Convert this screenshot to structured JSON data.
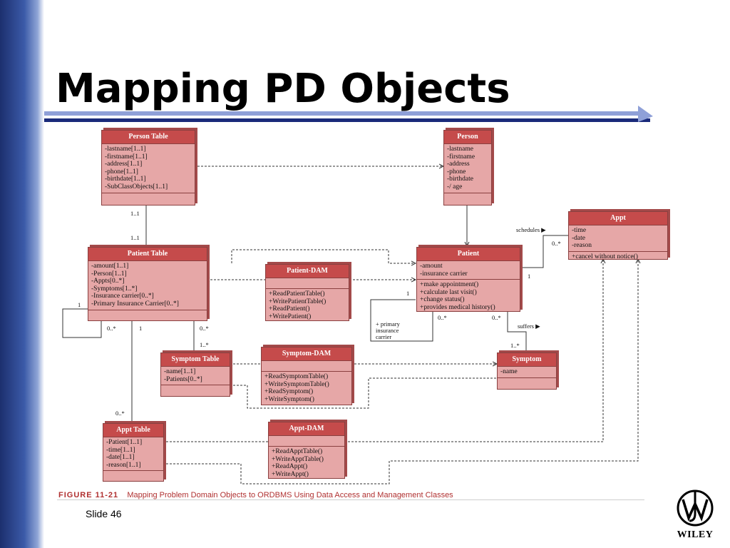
{
  "slide": {
    "title": "Mapping PD Objects",
    "slide_number": "Slide 46",
    "logo_text": "WILEY"
  },
  "figure": {
    "caption_label": "FIGURE 11-21",
    "caption_text": "Mapping Problem Domain Objects to ORDBMS Using Data Access and Management Classes"
  },
  "classes": {
    "person_table": {
      "name": "Person Table",
      "attributes": [
        "-lastname[1..1]",
        "-firstname[1..1]",
        "-address[1..1]",
        "-phone[1..1]",
        "-birthdate[1..1]",
        "-SubClassObjects[1..1]"
      ]
    },
    "person": {
      "name": "Person",
      "attributes": [
        "-lastname",
        "-firstname",
        "-address",
        "-phone",
        "-birthdate",
        "-/ age"
      ]
    },
    "appt": {
      "name": "Appt",
      "attributes": [
        "-time",
        "-date",
        "-reason"
      ],
      "operations": [
        "+cancel without notice()"
      ]
    },
    "patient_table": {
      "name": "Patient Table",
      "attributes": [
        "-amount[1..1]",
        "-Person[1..1]",
        "-Appts[0..*]",
        "-Symptoms[1..*]",
        "-Insurance carrier[0..*]",
        "-Primary Insurance Carrier[0..*]"
      ]
    },
    "patient_dam": {
      "name": "Patient-DAM",
      "operations": [
        "+ReadPatientTable()",
        "+WritePatientTable()",
        "+ReadPatient()",
        "+WritePatient()"
      ]
    },
    "patient": {
      "name": "Patient",
      "attributes": [
        "-amount",
        "-insurance carrier"
      ],
      "operations": [
        "+make appointment()",
        "+calculate last visit()",
        "+change status()",
        "+provides medical history()"
      ]
    },
    "symptom_table": {
      "name": "Symptom Table",
      "attributes": [
        "-name[1..1]",
        "-Patients[0..*]"
      ]
    },
    "symptom_dam": {
      "name": "Symptom-DAM",
      "operations": [
        "+ReadSymptomTable()",
        "+WriteSymptomTable()",
        "+ReadSymptom()",
        "+WriteSymptom()"
      ]
    },
    "symptom": {
      "name": "Symptom",
      "attributes": [
        "-name"
      ]
    },
    "appt_table": {
      "name": "Appt Table",
      "attributes": [
        "-Patient[1..1]",
        "-time[1..1]",
        "-date[1..1]",
        "-reason[1..1]"
      ]
    },
    "appt_dam": {
      "name": "Appt-DAM",
      "operations": [
        "+ReadApptTable()",
        "+WriteApptTable()",
        "+ReadAppt()",
        "+WriteAppt()"
      ]
    }
  },
  "labels": {
    "pt_person_top": "1..1",
    "pt_person_bottom": "1..1",
    "schedules": "schedules ▶",
    "appt_mult": "0..*",
    "patient_appt_1": "1",
    "patient_ins_1": "1",
    "primary_insurance": [
      "+ primary",
      "insurance",
      "carrier"
    ],
    "patient_mult_left": "0..*",
    "patient_mult_right": "0..*",
    "suffers": "suffers ▶",
    "symptom_mult": "1..*",
    "ptable_self_1": "1",
    "ptable_self_many": "0..*",
    "ptable_appt_1": "1",
    "ptable_sym_many": "0..*",
    "symtable_1many": "1..*",
    "appttable_many": "0..*"
  }
}
